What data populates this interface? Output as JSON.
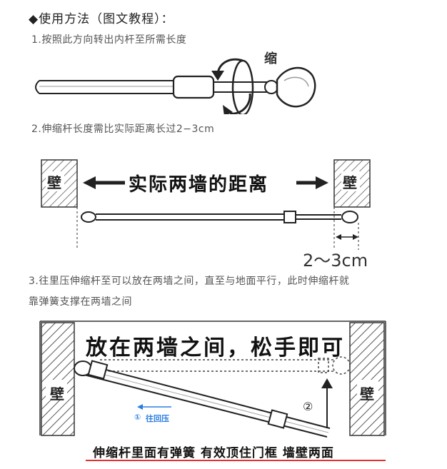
{
  "title": "◆使用方法（图文教程）：",
  "steps": {
    "step1": "1.按照此方向转出内杆至所需长度",
    "step2": "2.伸缩杆长度需比实际距离长过2−3cm",
    "step3_line1": "3.往里压伸缩杆至可以放在两墙之间，直至与地面平行，此时伸缩杆就",
    "step3_line2": "靠弹簧支撑在两墙之间"
  },
  "diagram1": {
    "shrink_label": "缩"
  },
  "diagram2": {
    "wall_label": "壁",
    "distance_label": "实际两墙的距离",
    "extra_length": "2～3cm"
  },
  "diagram3": {
    "wall_label": "壁",
    "instruction": "放在两墙之间，松手即可",
    "push_number": "①",
    "push_label": "往回压",
    "lift_number": "②"
  },
  "footer": "伸缩杆里面有弹簧 有效顶住门框 墙壁两面",
  "colors": {
    "accent_line": "#e33030",
    "push_blue": "#2a7de1"
  }
}
